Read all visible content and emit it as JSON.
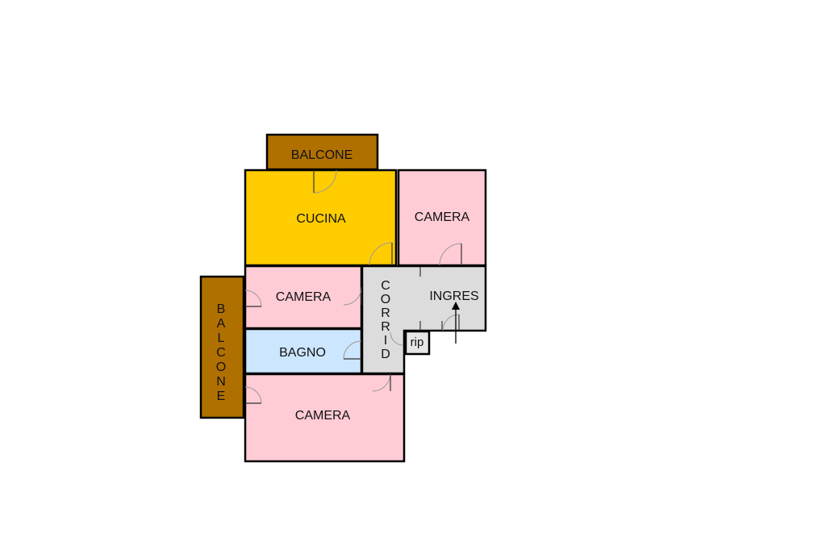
{
  "rooms": {
    "balcone_top": "BALCONE",
    "cucina": "CUCINA",
    "camera_top_right": "CAMERA",
    "camera_middle": "CAMERA",
    "bagno": "BAGNO",
    "camera_bottom": "CAMERA",
    "corridoio": "CORRID",
    "ingresso": "INGRES",
    "ripostiglio": "rip",
    "balcone_left": "BALCONE"
  },
  "colors": {
    "balcone": "#b07000",
    "cucina": "#ffcc00",
    "camera": "#ffccd6",
    "bagno": "#cce6ff",
    "corridoio": "#dcdcdc",
    "rip": "#e6e6e6"
  }
}
